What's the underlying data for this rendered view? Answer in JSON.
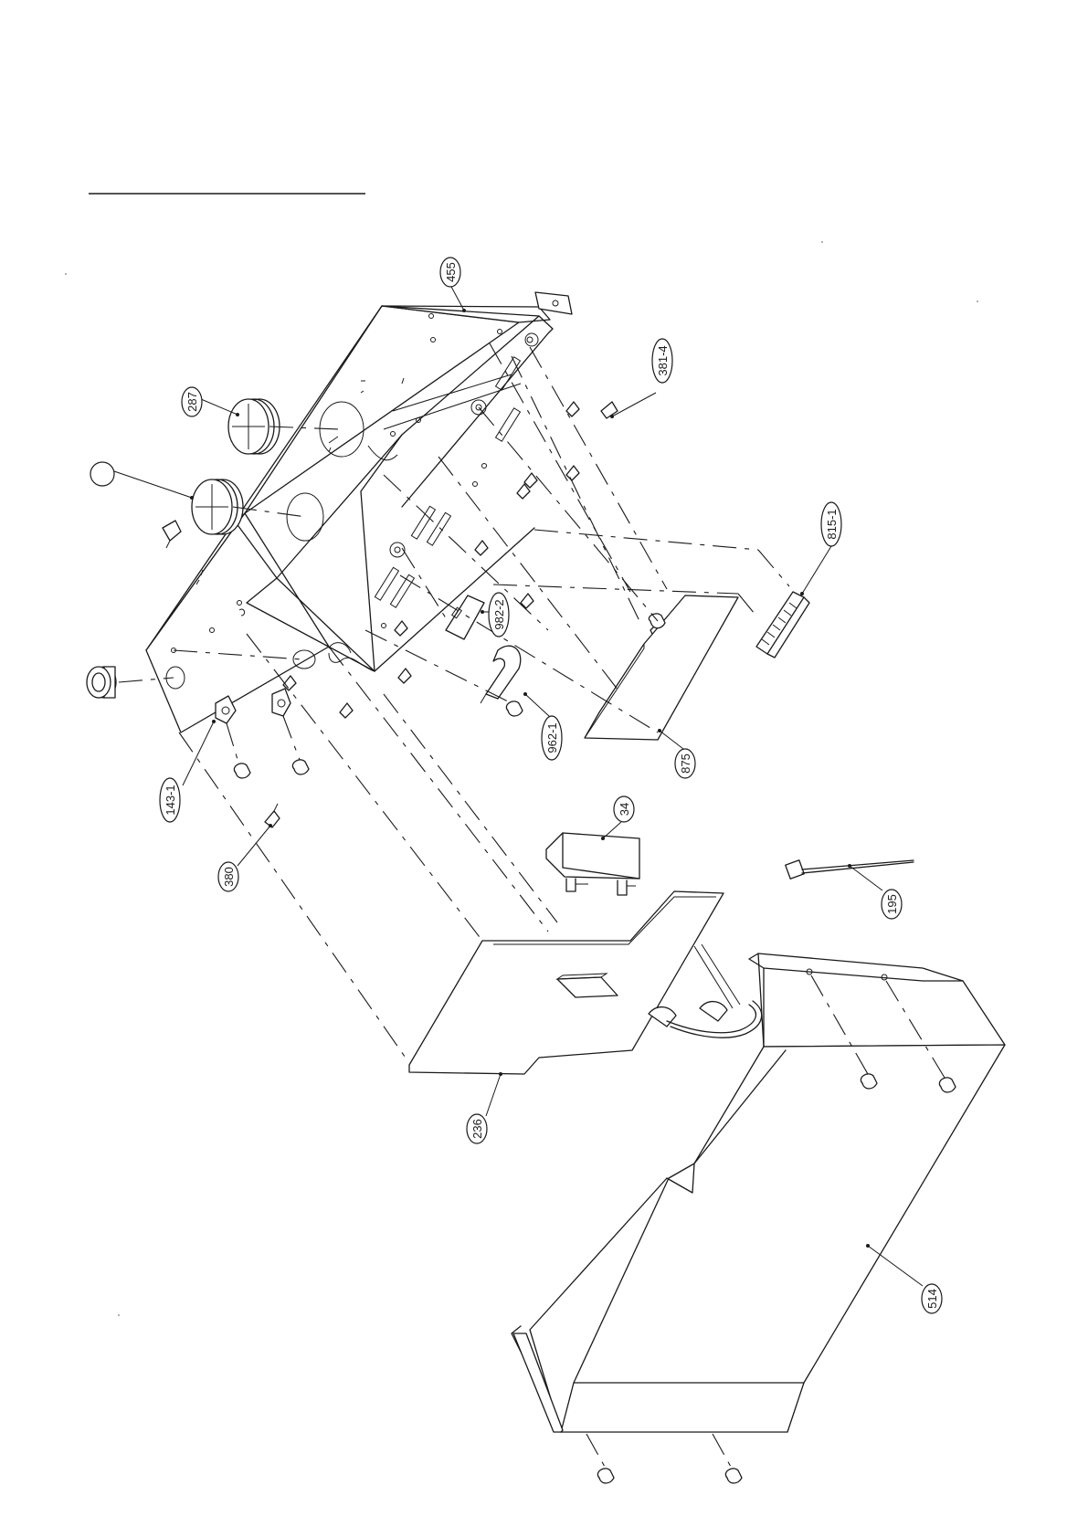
{
  "callouts": {
    "c455": "455",
    "c287": "287",
    "c381_4": "381-4",
    "c815_1": "815-1",
    "c982_2": "982-2",
    "c962_1": "962-1",
    "c875": "875",
    "c143_1": "143-1",
    "c380": "380",
    "c34": "34",
    "c195": "195",
    "c236": "236",
    "c514": "514",
    "blank": ""
  }
}
